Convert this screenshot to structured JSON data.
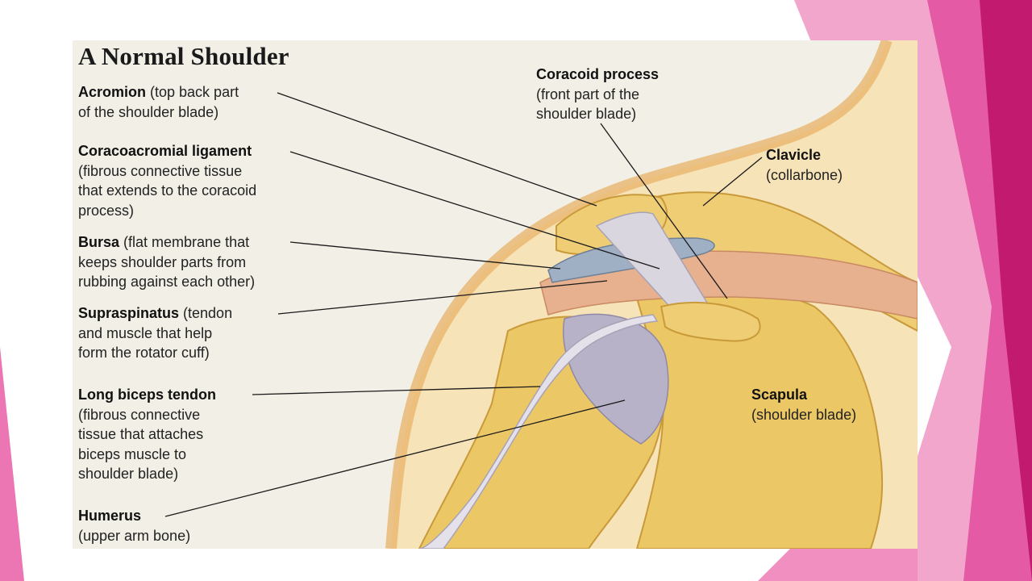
{
  "diagram": {
    "title": "A Normal Shoulder",
    "labels": {
      "acromion": {
        "name": "Acromion",
        "desc1": " (top back part",
        "desc2": "of the shoulder blade)"
      },
      "coracoacromial": {
        "name": "Coracoacromial ligament",
        "desc1": "(fibrous connective tissue",
        "desc2": "that extends to the coracoid",
        "desc3": "process)"
      },
      "bursa": {
        "name": "Bursa",
        "desc1": " (flat membrane that",
        "desc2": "keeps shoulder parts from",
        "desc3": "rubbing against each other)"
      },
      "supraspinatus": {
        "name": "Supraspinatus",
        "desc1": " (tendon",
        "desc2": "and muscle that help",
        "desc3": "form the rotator cuff)"
      },
      "biceps": {
        "name": "Long biceps tendon",
        "desc1": "(fibrous connective",
        "desc2": "tissue that attaches",
        "desc3": "biceps muscle to",
        "desc4": "shoulder blade)"
      },
      "humerus": {
        "name": "Humerus",
        "desc1": "(upper arm bone)"
      },
      "coracoid": {
        "name": "Coracoid process",
        "desc1": "(front part of the",
        "desc2": "shoulder blade)"
      },
      "clavicle": {
        "name": "Clavicle",
        "desc1": "(collarbone)"
      },
      "scapula": {
        "name": "Scapula",
        "desc1": "(shoulder blade)"
      }
    }
  },
  "colors": {
    "accent_pink": "#e0338f",
    "accent_dark": "#c21a6f",
    "accent_light": "#f3a6cb",
    "bone": "#ecc766",
    "cartilage": "#b7b2c8",
    "bursa": "#9fb0c4",
    "muscle": "#e7b08e"
  }
}
